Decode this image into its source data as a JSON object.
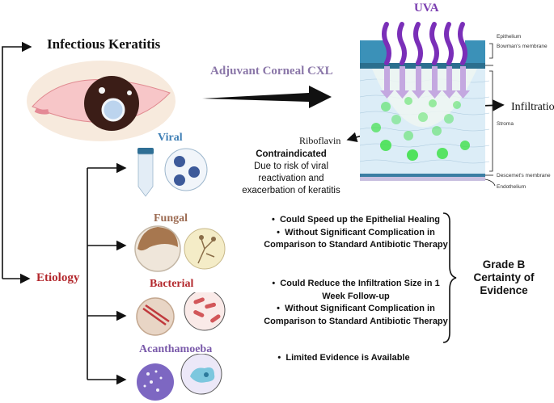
{
  "title": "Infectious Keratitis",
  "treatment": {
    "label": "Adjuvant Corneal  CXL",
    "light_label": "UVA",
    "infiltration_label": "Infiltration",
    "riboflavin_label": "Riboflavin",
    "layers": {
      "epithelium": "Epithelium",
      "bowman": "Bowman's membrane",
      "stroma": "Stroma",
      "descemet": "Descemet's membrane",
      "endothelium": "Endothelium"
    }
  },
  "etiology": {
    "label": "Etiology",
    "categories": [
      {
        "name": "Viral",
        "color": "#3f7fb5"
      },
      {
        "name": "Fungal",
        "color": "#9c6b52"
      },
      {
        "name": "Bacterial",
        "color": "#b3282d"
      },
      {
        "name": "Acanthamoeba",
        "color": "#7a5aaa"
      }
    ]
  },
  "viral_outcome": {
    "heading": "Contraindicated",
    "lines": [
      "Due to risk of viral",
      "reactivation and",
      "exacerbation of keratitis"
    ]
  },
  "fungal_outcome": {
    "bullet1": "Could Speed up the Epithelial Healing",
    "bullet2a": "Without Significant Complication in",
    "bullet2b": "Comparison to Standard Antibiotic Therapy"
  },
  "bacterial_outcome": {
    "bullet1a": "Could Reduce the Infiltration Size in 1",
    "bullet1b": "Week Follow-up",
    "bullet2a": "Without Significant Complication in",
    "bullet2b": "Comparison to Standard Antibiotic Therapy"
  },
  "acanthamoeba_outcome": {
    "bullet1": "Limited Evidence is Available"
  },
  "grade": {
    "line1": "Grade B",
    "line2": "Certainty of",
    "line3": "Evidence"
  },
  "colors": {
    "title": "#111111",
    "cxl": "#8a76a8",
    "uva": "#7a3db0",
    "etiology": "#b3282d"
  }
}
